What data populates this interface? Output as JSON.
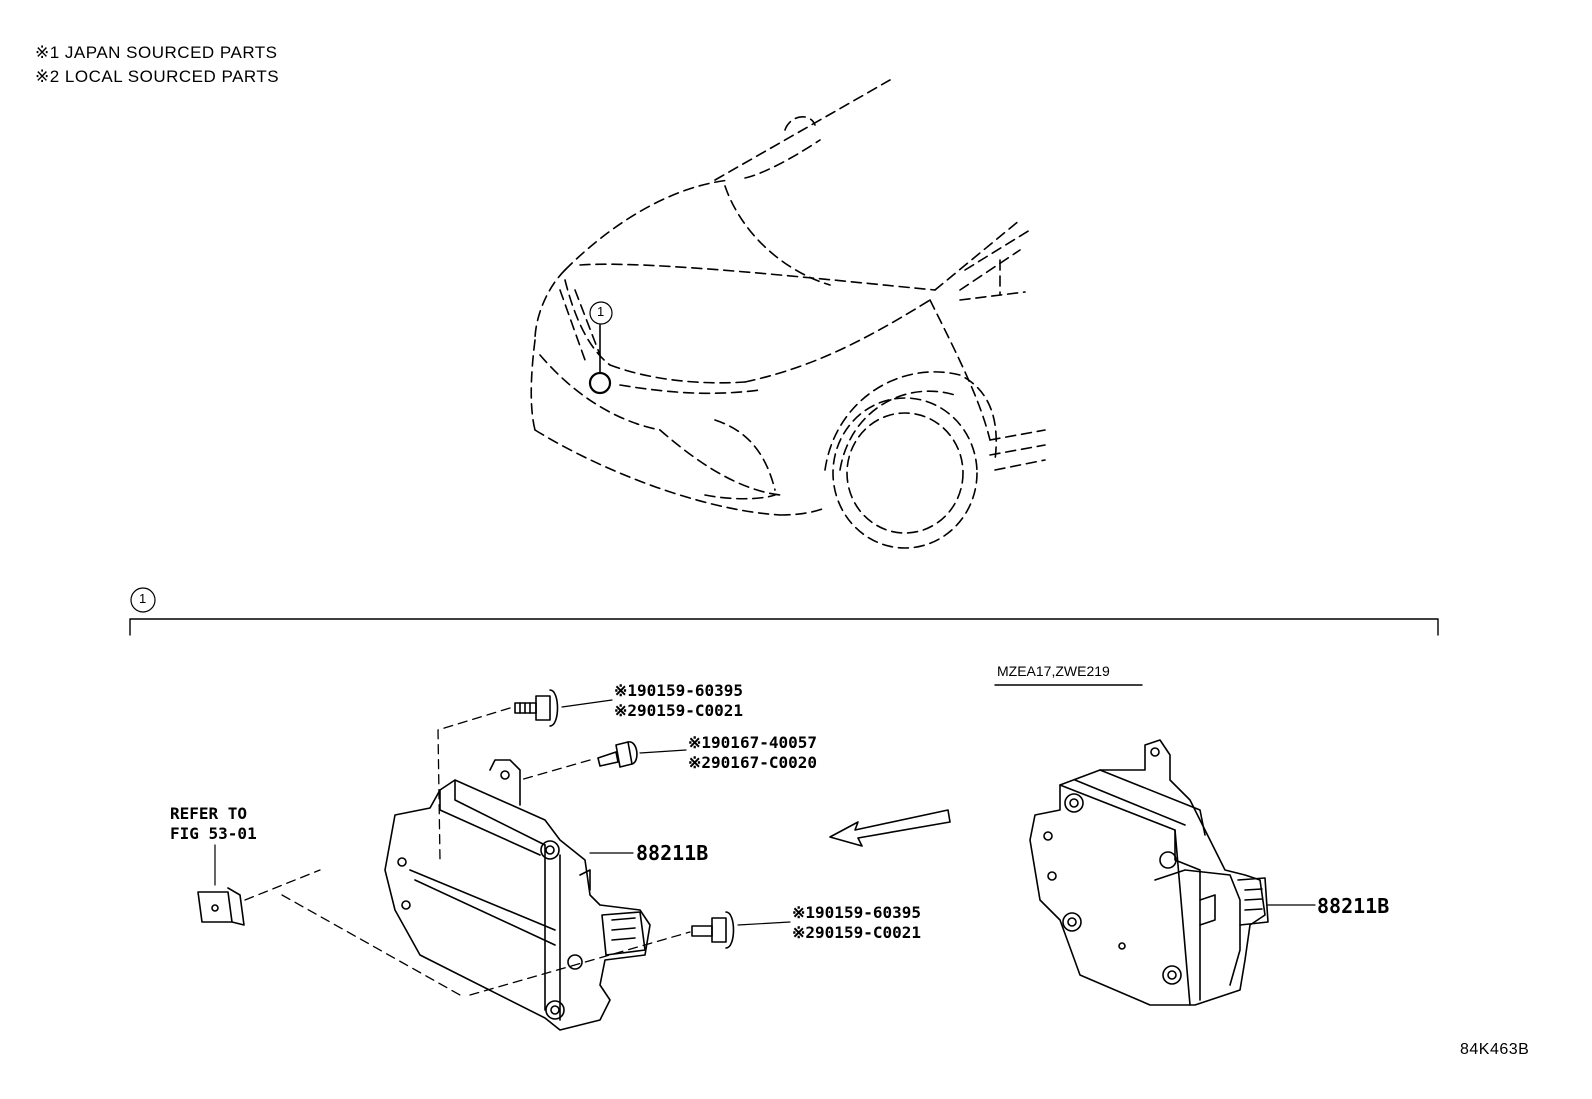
{
  "notes": [
    "※1 JAPAN SOURCED PARTS",
    "※2 LOCAL SOURCED PARTS"
  ],
  "callout": "1",
  "section_marker": "1",
  "model_label": "MZEA17,ZWE219",
  "parts": {
    "bolt_top": [
      "※190159-60395",
      "※290159-C0021"
    ],
    "screw": [
      "※190167-40057",
      "※290167-C0020"
    ],
    "bolt_bottom": [
      "※190159-60395",
      "※290159-C0021"
    ],
    "sensor_left": "88211B",
    "sensor_right": "88211B"
  },
  "refer": [
    "REFER TO",
    "FIG 53-01"
  ],
  "figure_code": "84K463B",
  "colors": {
    "line": "#000000",
    "background": "#ffffff"
  }
}
